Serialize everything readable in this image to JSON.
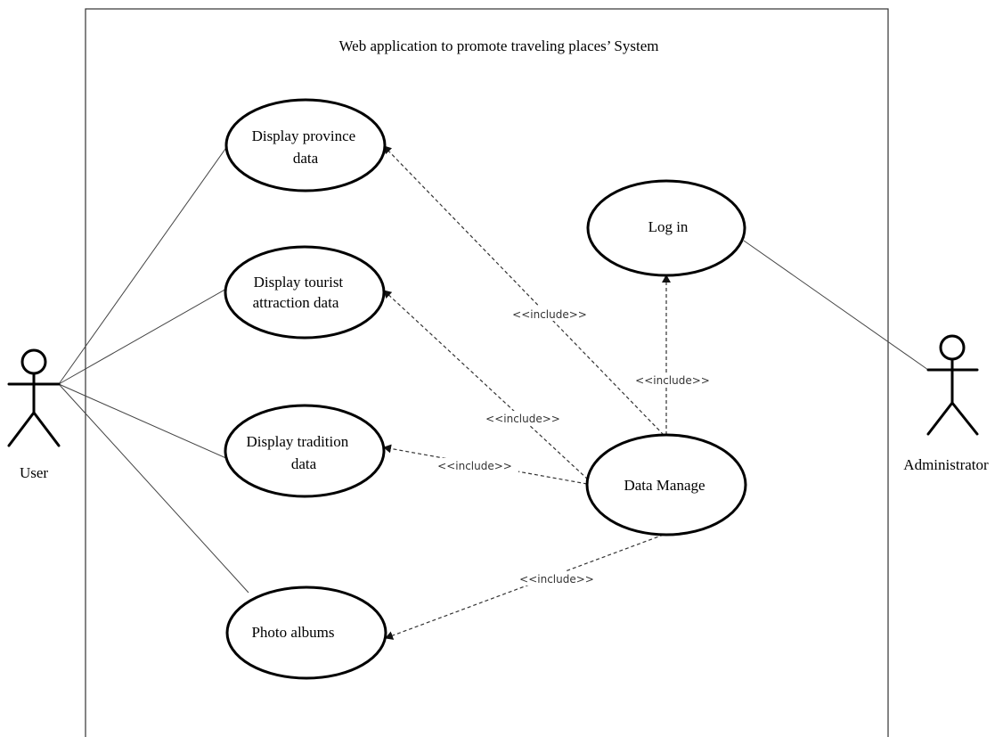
{
  "system": {
    "title": "Web  application to promote traveling places’ System"
  },
  "actors": {
    "user": "User",
    "admin": "Administrator"
  },
  "use_cases": {
    "province": [
      "Display province",
      "data"
    ],
    "tourist": [
      "Display  tourist",
      "attraction data"
    ],
    "tradition": [
      "Display tradition",
      "data"
    ],
    "albums": [
      "Photo  albums"
    ],
    "login": [
      "Log in"
    ],
    "data_manage": [
      "Data Manage"
    ]
  },
  "relations": {
    "include_label": "<<include>>"
  }
}
